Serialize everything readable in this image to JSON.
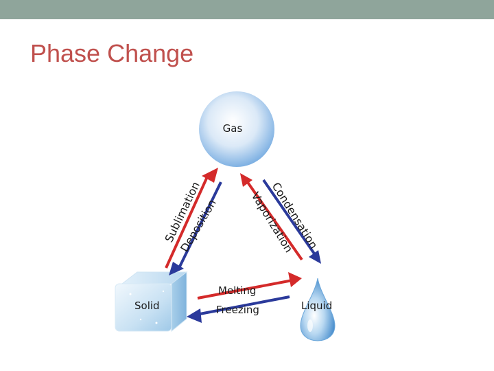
{
  "slide": {
    "title": "Phase Change",
    "accent_bar_color": "#8fa59b",
    "title_color": "#c0504d"
  },
  "diagram": {
    "states": {
      "gas": "Gas",
      "solid": "Solid",
      "liquid": "Liquid"
    },
    "transitions": {
      "sublimation": "Sublimation",
      "deposition": "Deposition",
      "condensation": "Condensation",
      "vaporization": "Vaporization",
      "melting": "Melting",
      "freezing": "Freezing"
    },
    "colors": {
      "heating_arrow": "#d42a2a",
      "cooling_arrow": "#2b3a9b"
    }
  }
}
